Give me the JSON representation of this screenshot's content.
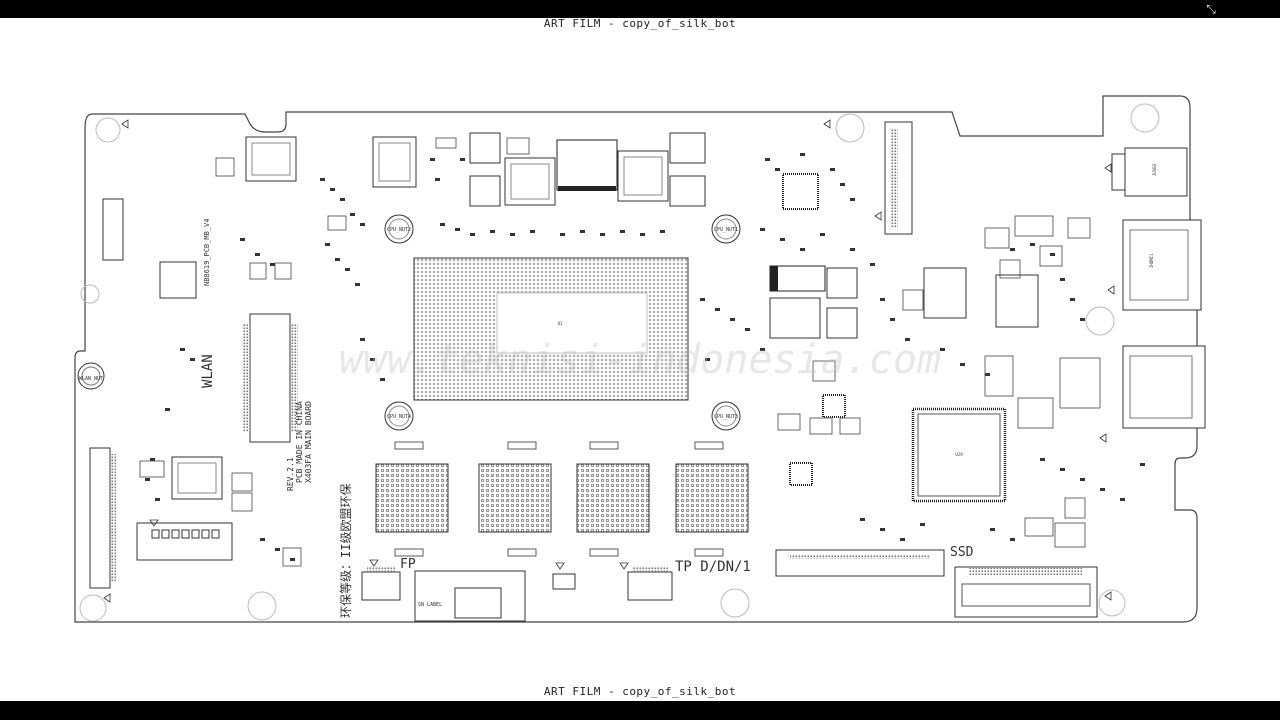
{
  "viewer": {
    "title_top": "ART FILM - copy_of_silk_bot",
    "title_bottom": "ART FILM - copy_of_silk_bot",
    "exit_icon": "fullscreen-exit-icon"
  },
  "board": {
    "model_label": "NB8619_PCB_MB_V4",
    "rev_label": "REV.2.1",
    "made_in_label": "PCB MADE IN CHINA",
    "board_name_label": "X403FA MAIN BOARD",
    "env_label": "环保等级：II级欧盟环保",
    "wlan_label": "WLAN",
    "wlan_nut_label": "WLAN_NUT",
    "cpu_nut_labels": [
      "CPU_NUT2",
      "CPU_NUT1",
      "CPU_NUT4",
      "CPU_NUT3"
    ],
    "cpu_label": "U1",
    "ec_label": "U29",
    "ssd_label": "SSD",
    "tp_label": "TP",
    "tp_dn_label": "TP D/DN/1",
    "fp_label": "FP",
    "sn_label": "SN LABEL",
    "watermark": "www.teknisi-indonesia.com",
    "hdmi_label": "JHDMI1",
    "usb_label": "JUSB3"
  }
}
